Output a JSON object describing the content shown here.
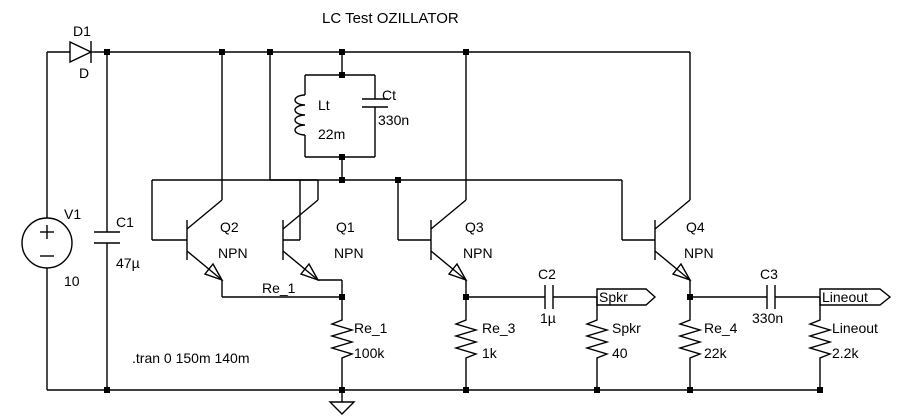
{
  "title": "LC Test OZILLATOR",
  "directive": ".tran 0 150m 140m",
  "components": {
    "D1": {
      "ref": "D1",
      "value": "D"
    },
    "V1": {
      "ref": "V1",
      "value": "10"
    },
    "C1": {
      "ref": "C1",
      "value": "47µ"
    },
    "Lt": {
      "ref": "Lt",
      "value": "22m"
    },
    "Ct": {
      "ref": "Ct",
      "value": "330n"
    },
    "Q1": {
      "ref": "Q1",
      "value": "NPN"
    },
    "Q2": {
      "ref": "Q2",
      "value": "NPN"
    },
    "Q3": {
      "ref": "Q3",
      "value": "NPN"
    },
    "Q4": {
      "ref": "Q4",
      "value": "NPN"
    },
    "Re_1": {
      "ref": "Re_1",
      "value": "100k"
    },
    "Re_3": {
      "ref": "Re_3",
      "value": "1k"
    },
    "Re_4": {
      "ref": "Re_4",
      "value": "22k"
    },
    "C2": {
      "ref": "C2",
      "value": "1µ"
    },
    "C3": {
      "ref": "C3",
      "value": "330n"
    },
    "Spkr": {
      "ref": "Spkr",
      "value": "40"
    },
    "Lineout": {
      "ref": "Lineout",
      "value": "2.2k"
    }
  },
  "net_labels": {
    "re1": "Re_1"
  },
  "ports": {
    "spkr": "Spkr",
    "lineout": "Lineout"
  }
}
